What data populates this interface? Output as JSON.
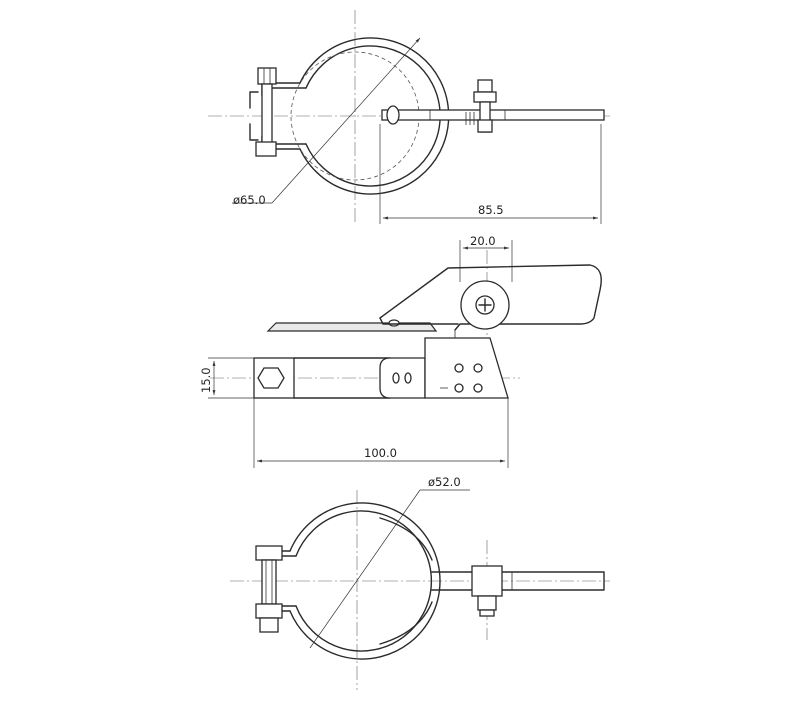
{
  "views": {
    "top": {
      "diameter_label": "ø65.0",
      "length_label": "85.5"
    },
    "side": {
      "lever_width_label": "20.0",
      "height_label": "15.0",
      "length_label": "100.0"
    },
    "bottom": {
      "diameter_label": "ø52.0"
    }
  },
  "colors": {
    "line": "#2b2b2b",
    "background": "#ffffff"
  }
}
